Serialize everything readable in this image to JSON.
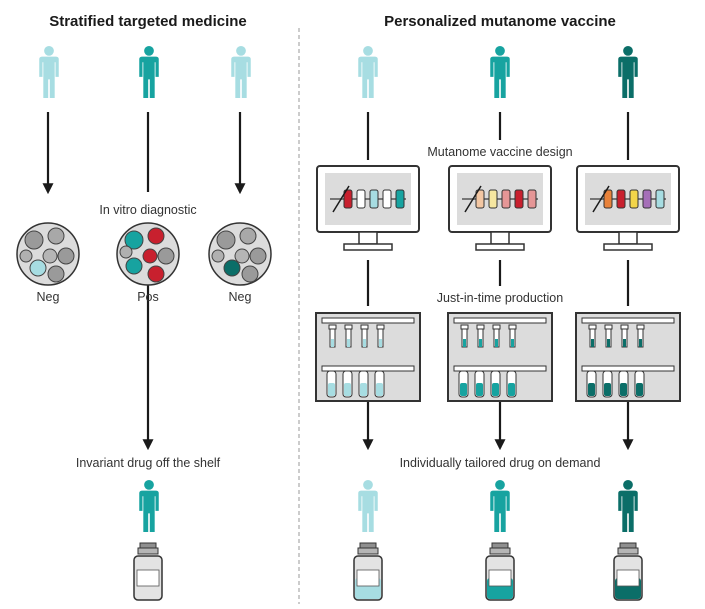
{
  "left_panel": {
    "title": "Stratified targeted medicine",
    "diagnostic_label": "In vitro diagnostic",
    "results": [
      "Neg",
      "Pos",
      "Neg"
    ],
    "drug_label": "Invariant drug off the shelf"
  },
  "right_panel": {
    "title": "Personalized mutanome vaccine",
    "design_label": "Mutanome vaccine design",
    "production_label": "Just-in-time production",
    "drug_label": "Individually tailored drug on demand"
  },
  "colors": {
    "light_teal": "#a7dde2",
    "mid_teal": "#17a3a0",
    "dark_teal": "#0b6e68",
    "red": "#c8202e",
    "gray": "#8f8f8f",
    "arrow": "#1a1a1a"
  }
}
